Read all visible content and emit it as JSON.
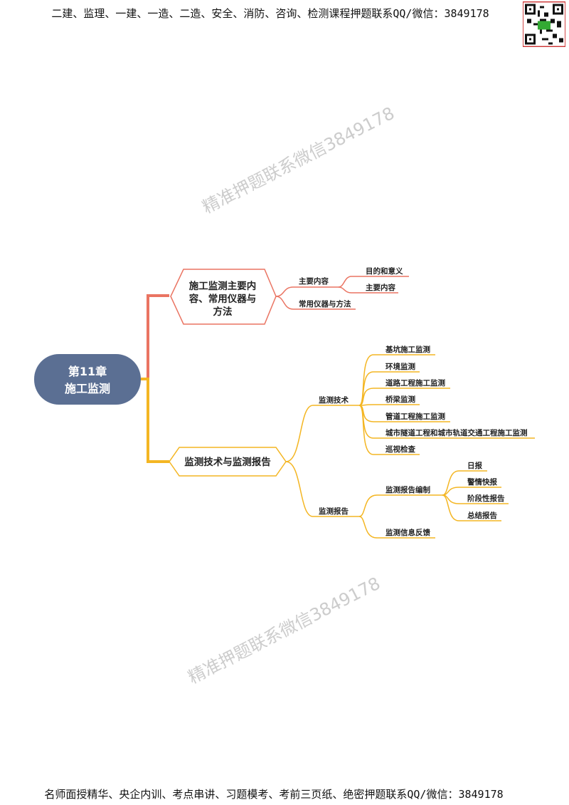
{
  "header_text": "二建、监理、一建、一造、二造、安全、消防、咨询、检测课程押题联系QQ/微信：3849178",
  "footer_text": "名师面授精华、央企内训、考点串讲、习题模考、考前三页纸、绝密押题联系QQ/微信：3849178",
  "watermark": "精准押题联系微信3849178",
  "colors": {
    "root": "#5b6f93",
    "branch1": "#ea7462",
    "branch2": "#f4b623",
    "text": "#222222"
  },
  "mindmap": {
    "root": {
      "line1": "第11章",
      "line2": "施工监测"
    },
    "branch1": {
      "lines": [
        "施工监测主要内",
        "容、常用仪器与",
        "方法"
      ],
      "children": [
        {
          "label": "主要内容",
          "children": [
            "目的和意义",
            "主要内容"
          ]
        },
        {
          "label": "常用仪器与方法"
        }
      ]
    },
    "branch2": {
      "label": "监测技术与监测报告",
      "children": [
        {
          "label": "监测技术",
          "children": [
            "基坑施工监测",
            "环境监测",
            "道路工程施工监测",
            "桥梁监测",
            "管道工程施工监测",
            "城市隧道工程和城市轨道交通工程施工监测",
            "巡视检查"
          ]
        },
        {
          "label": "监测报告",
          "children": [
            {
              "label": "监测报告编制",
              "children": [
                "日报",
                "警情快报",
                "阶段性报告",
                "总结报告"
              ]
            },
            {
              "label": "监测信息反馈"
            }
          ]
        }
      ]
    }
  }
}
